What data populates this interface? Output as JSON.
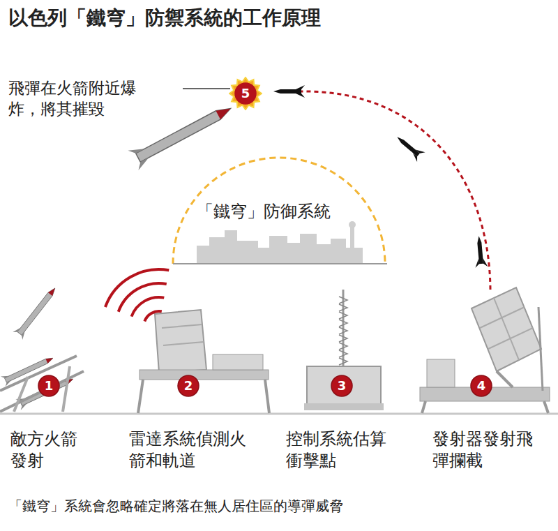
{
  "diagram": {
    "title": "以色列「鐵穹」防禦系統的工作原理",
    "caption": "「鐵穹」系統會忽略確定將落在無人居住區的導彈威脅",
    "nodes": [
      {
        "text": [
          "1"
        ]
      },
      {
        "text": [
          "2"
        ]
      },
      {
        "text": [
          "3"
        ]
      },
      {
        "text": [
          "4"
        ]
      },
      {
        "text": [
          "5"
        ]
      }
    ],
    "labels": [
      "飛彈在火箭附近爆炸，將其摧毀",
      "「鐵穹」防御系統",
      "敵方火箭發射",
      "雷達系統偵測火箭和軌道",
      "控制系統估算衝擊點",
      "發射器發射飛彈攔截"
    ]
  }
}
